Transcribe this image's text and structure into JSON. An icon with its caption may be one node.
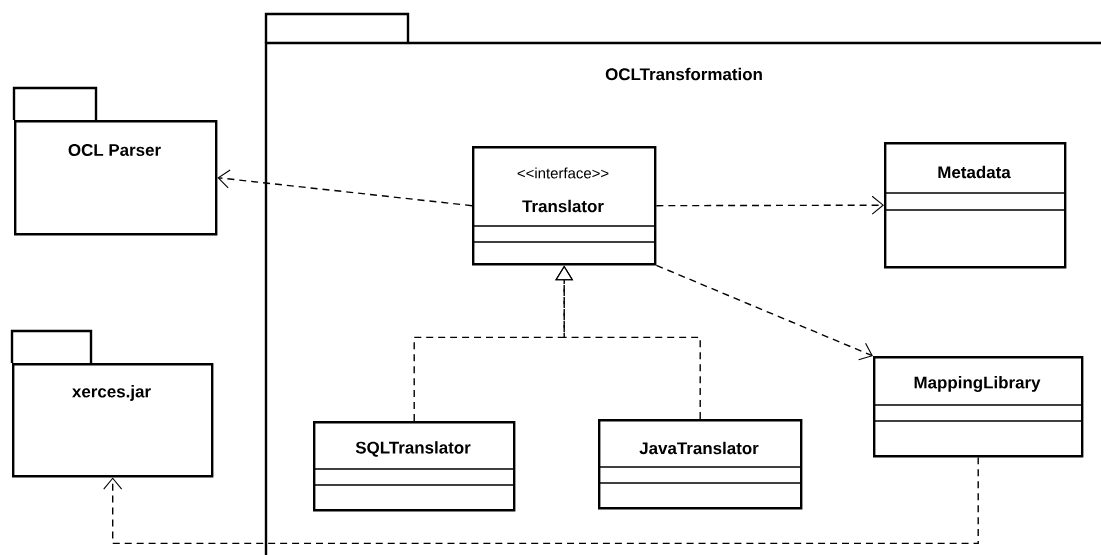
{
  "diagram": {
    "nodes": [
      {
        "text": [
          "OCLTransformation"
        ]
      },
      {
        "text": [
          "OCL Parser"
        ]
      },
      {
        "text": [
          "<<interface>>",
          "Translator"
        ],
        "in": 0
      },
      {
        "text": [
          "Metadata"
        ],
        "in": 0
      },
      {
        "text": [
          "xerces.jar"
        ]
      },
      {
        "text": [
          "SQLTranslator"
        ],
        "in": 0
      },
      {
        "text": [
          "JavaTranslator"
        ],
        "in": 0
      },
      {
        "text": [
          "MappingLibrary"
        ],
        "in": 0
      }
    ],
    "edges": [
      {
        "from": 2,
        "to": 1,
        "arrow": "to",
        "style": "dashed"
      },
      {
        "from": 2,
        "to": 3,
        "arrow": "to",
        "style": "dashed"
      },
      {
        "from": 2,
        "to": 7,
        "arrow": "to",
        "style": "dashed"
      },
      {
        "from": 5,
        "to": 2,
        "arrow": "to",
        "style": "dashed"
      },
      {
        "from": 6,
        "to": 2,
        "arrow": "to",
        "style": "dashed"
      },
      {
        "from": 7,
        "to": 4,
        "arrow": "to",
        "style": "dashed"
      }
    ]
  }
}
